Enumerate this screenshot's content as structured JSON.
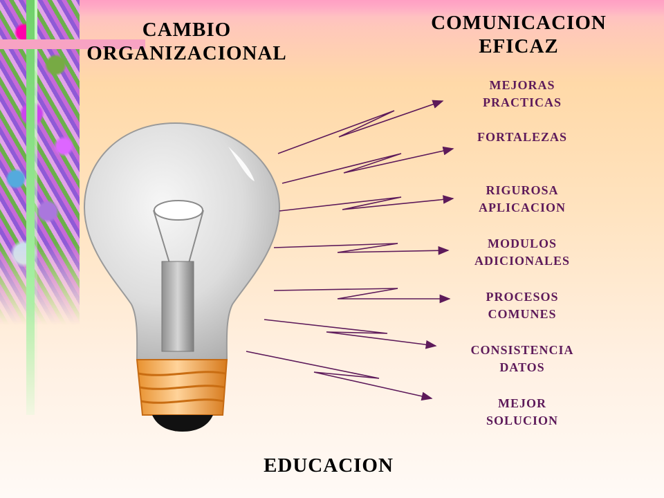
{
  "titles": {
    "left": [
      "CAMBIO",
      "ORGANIZACIONAL"
    ],
    "right": [
      "COMUNICACION",
      "EFICAZ"
    ],
    "bottom": "EDUCACION"
  },
  "items": [
    {
      "line1": "MEJORAS",
      "line2": "PRACTICAS"
    },
    {
      "line1": "FORTALEZAS",
      "line2": ""
    },
    {
      "line1": "RIGUROSA",
      "line2": "APLICACION"
    },
    {
      "line1": "MODULOS",
      "line2": "ADICIONALES"
    },
    {
      "line1": "PROCESOS",
      "line2": "COMUNES"
    },
    {
      "line1": "CONSISTENCIA",
      "line2": "DATOS"
    },
    {
      "line1": "MEJOR",
      "line2": "SOLUCION"
    }
  ],
  "colors": {
    "item_text": "#5d1a5a",
    "arrow": "#5d1a5a",
    "title_text": "#000000"
  },
  "icons": [
    "light-bulb-illustration",
    "lightning-arrow"
  ]
}
